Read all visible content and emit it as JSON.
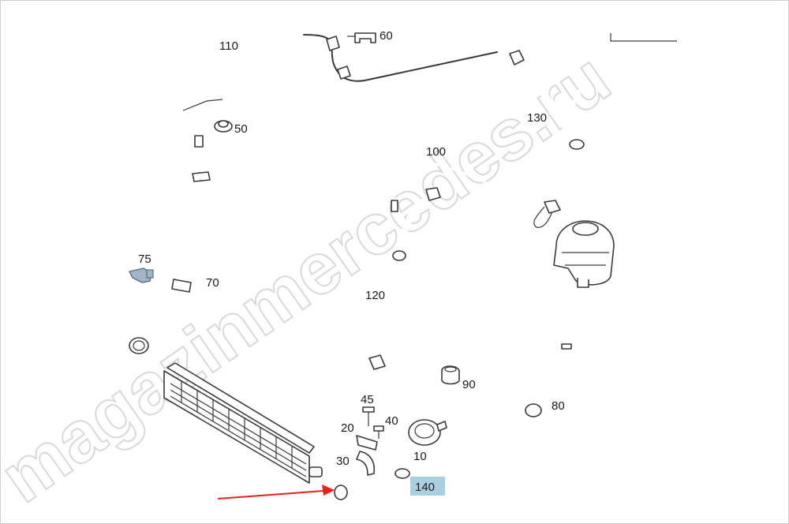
{
  "watermark": "magazinmercedes.ru",
  "highlight_color": "#a9cfe0",
  "arrow_color": "#e8211b",
  "callouts": [
    {
      "id": "p110",
      "label": "110"
    },
    {
      "id": "p60",
      "label": "60"
    },
    {
      "id": "p50",
      "label": "50"
    },
    {
      "id": "p130",
      "label": "130"
    },
    {
      "id": "p100",
      "label": "100"
    },
    {
      "id": "p75",
      "label": "75"
    },
    {
      "id": "p70",
      "label": "70"
    },
    {
      "id": "p120",
      "label": "120"
    },
    {
      "id": "p90",
      "label": "90"
    },
    {
      "id": "p80",
      "label": "80"
    },
    {
      "id": "p45",
      "label": "45"
    },
    {
      "id": "p40",
      "label": "40"
    },
    {
      "id": "p20",
      "label": "20"
    },
    {
      "id": "p30",
      "label": "30"
    },
    {
      "id": "p10",
      "label": "10"
    },
    {
      "id": "p140",
      "label": "140",
      "highlighted": true
    }
  ]
}
